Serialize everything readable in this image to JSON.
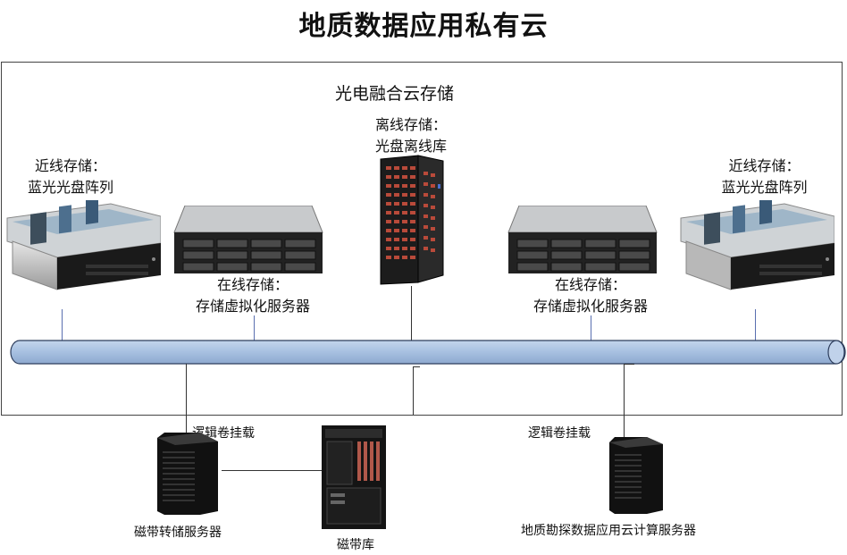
{
  "title": "地质数据应用私有云",
  "cloud_storage": {
    "label": "光电融合云存储",
    "offline": {
      "line1": "离线存储：",
      "line2": "光盘离线库"
    },
    "nearline_left": {
      "line1": "近线存储：",
      "line2": "蓝光光盘阵列"
    },
    "nearline_right": {
      "line1": "近线存储：",
      "line2": "蓝光光盘阵列"
    },
    "online_left": {
      "line1": "在线存储：",
      "line2": "存储虚拟化服务器"
    },
    "online_right": {
      "line1": "在线存储：",
      "line2": "存储虚拟化服务器"
    }
  },
  "bottom": {
    "mount_left": "逻辑卷挂载",
    "mount_right": "逻辑卷挂载",
    "tape_server": "磁带转储服务器",
    "tape_library": "磁带库",
    "compute_server": "地质勘探数据应用云计算服务器"
  }
}
